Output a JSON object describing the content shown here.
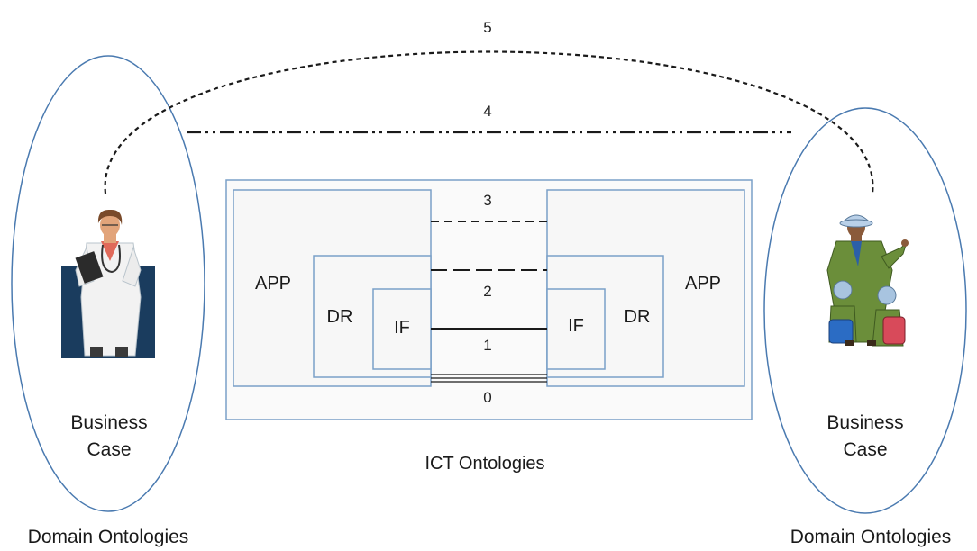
{
  "left": {
    "case_line1": "Business",
    "case_line2": "Case",
    "domain_label": "Domain Ontologies",
    "person_icon": "doctor-icon"
  },
  "right": {
    "case_line1": "Business",
    "case_line2": "Case",
    "domain_label": "Domain Ontologies",
    "person_icon": "tourist-guide-icon"
  },
  "center": {
    "ict_label": "ICT Ontologies",
    "left_app": "APP",
    "left_dr": "DR",
    "left_if": "IF",
    "right_app": "APP",
    "right_dr": "DR",
    "right_if": "IF"
  },
  "levels": {
    "l0": "0",
    "l1": "1",
    "l2": "2",
    "l3": "3",
    "l4": "4",
    "l5": "5"
  },
  "colors": {
    "ellipse_stroke": "#4a7ab0",
    "box_stroke": "#7aa0c8",
    "box_fill": "#f7f7f7",
    "doctor_bg": "#1a3c5e",
    "line": "#1a1a1a"
  }
}
